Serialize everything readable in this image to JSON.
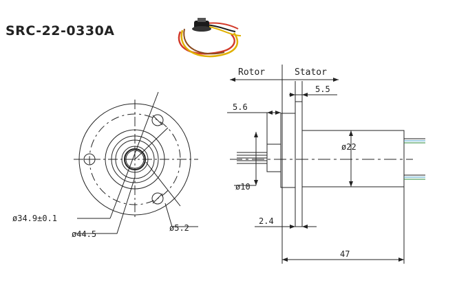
{
  "title": "SRC-22-0330A",
  "front_view": {
    "dim_bolt_circle": "ø34.9±0.1",
    "dim_outer": "ø44.5",
    "dim_hole": "ø5.2"
  },
  "side_view": {
    "label_rotor": "Rotor",
    "label_stator": "Stator",
    "dim_flange_width": "5.5",
    "dim_rotor_step": "5.6",
    "dim_body_dia": "ø22",
    "dim_shaft_dia": "ø10",
    "dim_flange_thickness": "2.4",
    "dim_total_length": "47"
  },
  "colors": {
    "line": "#222222",
    "wire_red": "#d23a2a",
    "wire_yellow": "#e0b000",
    "wire_black": "#1a1a1a",
    "wire_brown": "#8a4b1f"
  }
}
